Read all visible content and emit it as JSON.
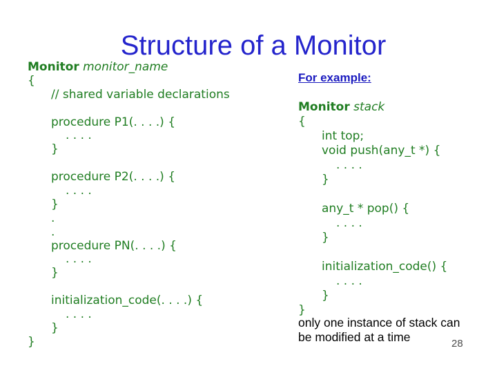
{
  "slide": {
    "title": "Structure of a Monitor",
    "page_number": "28",
    "colors": {
      "title_blue": "#2424cc",
      "heading_blue": "#1a1abf",
      "code_green": "#1f7d21",
      "note_black": "#000000",
      "page_gray": "#4d4d4d"
    }
  },
  "left_code": {
    "lines": [
      {
        "indent": 0,
        "parts": [
          [
            "b",
            "Monitor"
          ],
          [
            "n",
            " "
          ],
          [
            "i",
            "monitor_name"
          ]
        ]
      },
      {
        "indent": 0,
        "parts": [
          [
            "n",
            "{"
          ]
        ]
      },
      {
        "indent": 1,
        "parts": [
          [
            "n",
            "// shared variable declarations"
          ]
        ]
      },
      {
        "blank": true
      },
      {
        "indent": 1,
        "parts": [
          [
            "n",
            "procedure P1(. . . .) {"
          ]
        ]
      },
      {
        "indent": 2,
        "parts": [
          [
            "n",
            ". . . ."
          ]
        ]
      },
      {
        "indent": 1,
        "parts": [
          [
            "n",
            "}"
          ]
        ]
      },
      {
        "blank": true
      },
      {
        "indent": 1,
        "parts": [
          [
            "n",
            "procedure P2(. . . .) {"
          ]
        ]
      },
      {
        "indent": 2,
        "parts": [
          [
            "n",
            ". . . ."
          ]
        ]
      },
      {
        "indent": 1,
        "parts": [
          [
            "n",
            "}"
          ]
        ]
      },
      {
        "indent": 1,
        "parts": [
          [
            "n",
            "."
          ]
        ]
      },
      {
        "indent": 1,
        "parts": [
          [
            "n",
            "."
          ]
        ]
      },
      {
        "indent": 1,
        "parts": [
          [
            "n",
            "procedure PN(. . . .) {"
          ]
        ]
      },
      {
        "indent": 2,
        "parts": [
          [
            "n",
            ". . . ."
          ]
        ]
      },
      {
        "indent": 1,
        "parts": [
          [
            "n",
            "}"
          ]
        ]
      },
      {
        "blank": true
      },
      {
        "indent": 1,
        "parts": [
          [
            "n",
            "initialization_code(. . . .) {"
          ]
        ]
      },
      {
        "indent": 2,
        "parts": [
          [
            "n",
            ". . . ."
          ]
        ]
      },
      {
        "indent": 1,
        "parts": [
          [
            "n",
            "}"
          ]
        ]
      },
      {
        "indent": 0,
        "parts": [
          [
            "n",
            "}"
          ]
        ]
      }
    ]
  },
  "right_panel": {
    "heading": "For example:",
    "code_lines": [
      {
        "indent": 0,
        "parts": [
          [
            "b",
            "Monitor"
          ],
          [
            "n",
            " "
          ],
          [
            "i",
            "stack"
          ]
        ]
      },
      {
        "indent": 0,
        "parts": [
          [
            "n",
            "{"
          ]
        ]
      },
      {
        "indent": 1,
        "parts": [
          [
            "n",
            "int top;"
          ]
        ]
      },
      {
        "indent": 1,
        "parts": [
          [
            "n",
            "void push(any_t *) {"
          ]
        ]
      },
      {
        "indent": 2,
        "parts": [
          [
            "n",
            ". . . ."
          ]
        ]
      },
      {
        "indent": 1,
        "parts": [
          [
            "n",
            "}"
          ]
        ]
      },
      {
        "blank": true
      },
      {
        "indent": 1,
        "parts": [
          [
            "n",
            "any_t * pop() {"
          ]
        ]
      },
      {
        "indent": 2,
        "parts": [
          [
            "n",
            ". . . ."
          ]
        ]
      },
      {
        "indent": 1,
        "parts": [
          [
            "n",
            "}"
          ]
        ]
      },
      {
        "blank": true
      },
      {
        "indent": 1,
        "parts": [
          [
            "n",
            "initialization_code() {"
          ]
        ]
      },
      {
        "indent": 2,
        "parts": [
          [
            "n",
            ". . . ."
          ]
        ]
      },
      {
        "indent": 1,
        "parts": [
          [
            "n",
            "}"
          ]
        ]
      },
      {
        "indent": 0,
        "parts": [
          [
            "n",
            "}"
          ]
        ]
      }
    ],
    "note_lines": [
      "only one instance of stack can",
      "be modified at a time"
    ]
  }
}
